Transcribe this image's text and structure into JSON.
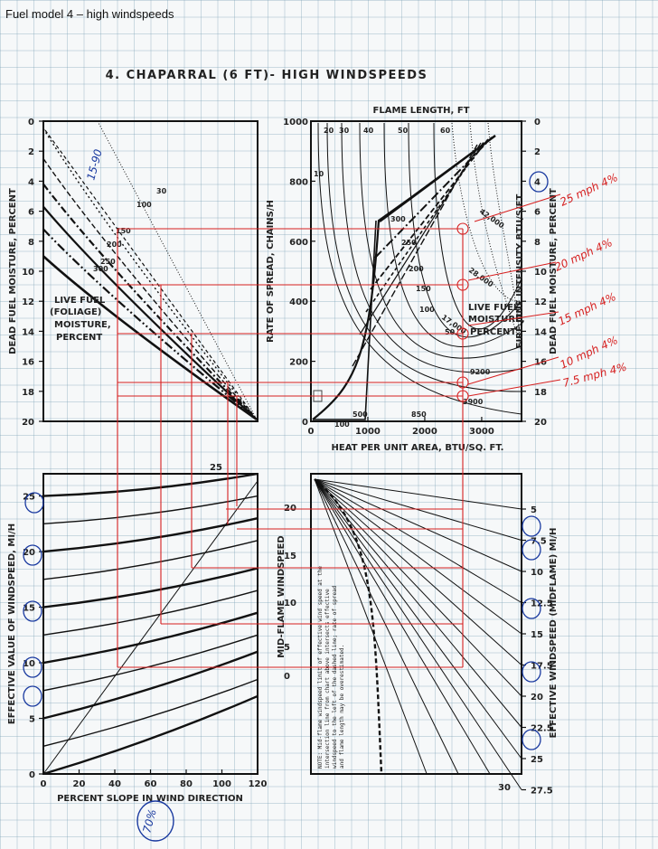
{
  "header": "Fuel model 4  –  high windspeeds",
  "title": "4. CHAPARRAL (6 FT)- HIGH  WINDSPEEDS",
  "colors": {
    "ink": "#1a1a1a",
    "red_annotation": "#d62020",
    "blue_annotation": "#1a3aa0",
    "grid": "#8fb4c4"
  },
  "chart_data": [
    {
      "type": "line",
      "panel": "upper-left",
      "ylabel": "DEAD FUEL MOISTURE, PERCENT",
      "yticks": [
        "0",
        "2",
        "4",
        "6",
        "8",
        "10",
        "12",
        "14",
        "16",
        "18",
        "20"
      ],
      "ylim": [
        20,
        0
      ],
      "curve_label_title": "LIVE FUEL (FOLIAGE) MOISTURE, PERCENT",
      "series": [
        {
          "name": "30",
          "values": [
            [
              0,
              0.5
            ],
            [
              1,
              20
            ]
          ]
        },
        {
          "name": "100",
          "values": [
            [
              0,
              2.5
            ],
            [
              1,
              20
            ]
          ]
        },
        {
          "name": "150",
          "values": [
            [
              0,
              4.2
            ],
            [
              1,
              20
            ]
          ]
        },
        {
          "name": "200",
          "values": [
            [
              0,
              5.7
            ],
            [
              1,
              20
            ]
          ]
        },
        {
          "name": "250",
          "values": [
            [
              0,
              7.2
            ],
            [
              1,
              20
            ]
          ]
        },
        {
          "name": "300",
          "values": [
            [
              0,
              9.0
            ],
            [
              1,
              20
            ]
          ]
        }
      ]
    },
    {
      "type": "line",
      "panel": "upper-right",
      "xlabel": "HEAT PER UNIT AREA, BTU/SQ. FT.",
      "ylabel": "RATE OF SPREAD, CHAINS/H",
      "xticks": [
        "0",
        "1000",
        "2000",
        "3000"
      ],
      "yticks": [
        "0",
        "200",
        "400",
        "600",
        "800",
        "1000"
      ],
      "top_label": "FLAME  LENGTH, FT",
      "flame_length_labels": [
        "20",
        "30",
        "40",
        "50",
        "60",
        "10"
      ],
      "right_label": "FIRE LINE INTENSITY BTU/S/FT",
      "intensity_labels": [
        "42,000",
        "28,000",
        "17,000",
        "9200",
        "3900",
        "500",
        "850",
        "100"
      ],
      "live_fuel_labels": [
        "300",
        "250",
        "200",
        "150",
        "100",
        "50"
      ],
      "right_ylabel": "DEAD FUEL MOISTURE, PERCENT",
      "right_yticks": [
        "0",
        "2",
        "4",
        "6",
        "8",
        "10",
        "12",
        "14",
        "16",
        "18",
        "20"
      ],
      "xlim": [
        0,
        3700
      ],
      "ylim": [
        0,
        1000
      ]
    },
    {
      "type": "line",
      "panel": "lower-left",
      "xlabel": "PERCENT SLOPE IN WIND DIRECTION",
      "ylabel": "EFFECTIVE VALUE OF WINDSPEED, MI/H",
      "xticks": [
        "0",
        "20",
        "40",
        "60",
        "80",
        "100",
        "120"
      ],
      "yticks": [
        "0",
        "5",
        "10",
        "15",
        "20",
        "25"
      ],
      "xlim": [
        0,
        120
      ],
      "ylim": [
        0,
        27
      ],
      "series": [
        {
          "name": "0",
          "x": [
            0,
            120
          ],
          "values": [
            0,
            7
          ]
        },
        {
          "name": "2.5",
          "x": [
            0,
            120
          ],
          "values": [
            2.5,
            8.5
          ]
        },
        {
          "name": "5",
          "x": [
            0,
            120
          ],
          "values": [
            5,
            11
          ]
        },
        {
          "name": "7.5",
          "x": [
            0,
            120
          ],
          "values": [
            7.5,
            12.5
          ]
        },
        {
          "name": "10",
          "x": [
            0,
            120
          ],
          "values": [
            10,
            14.5
          ]
        },
        {
          "name": "12.5",
          "x": [
            0,
            120
          ],
          "values": [
            12.5,
            16.5
          ]
        },
        {
          "name": "15",
          "x": [
            0,
            120
          ],
          "values": [
            15,
            18.5
          ]
        },
        {
          "name": "17.5",
          "x": [
            0,
            120
          ],
          "values": [
            17.5,
            21
          ]
        },
        {
          "name": "20",
          "x": [
            0,
            120
          ],
          "values": [
            20,
            23
          ]
        },
        {
          "name": "22.5",
          "x": [
            0,
            120
          ],
          "values": [
            22.5,
            25
          ]
        },
        {
          "name": "25",
          "x": [
            0,
            120
          ],
          "values": [
            25,
            27
          ]
        }
      ],
      "top_label": "25"
    },
    {
      "type": "line",
      "panel": "lower-right",
      "ylabel_left": "MID-FLAME WINDSPEED",
      "left_ticks": [
        "20",
        "15",
        "10",
        "5",
        "0"
      ],
      "right_label": "EFFECTIVE WINDSPEED (MIDFLAME) MI/H",
      "right_ticks": [
        "5",
        "7.5",
        "10",
        "12.5",
        "15",
        "17.5",
        "20",
        "22.5",
        "25",
        "27.5"
      ],
      "bottom_label": "30",
      "note": "NOTE: Mid-flame windspeed limit of effective wind speed at the intersection line from chart above intersects effective windspeed to the left of the dashed line; rate of spread and flame length may be overestimated."
    }
  ],
  "annotations": {
    "red": [
      "25 mph 4%",
      "20 mph 4%",
      "15 mph 4%",
      "10 mph 4%",
      "7.5 mph 4%"
    ],
    "blue": [
      "15-90",
      "70%"
    ]
  }
}
